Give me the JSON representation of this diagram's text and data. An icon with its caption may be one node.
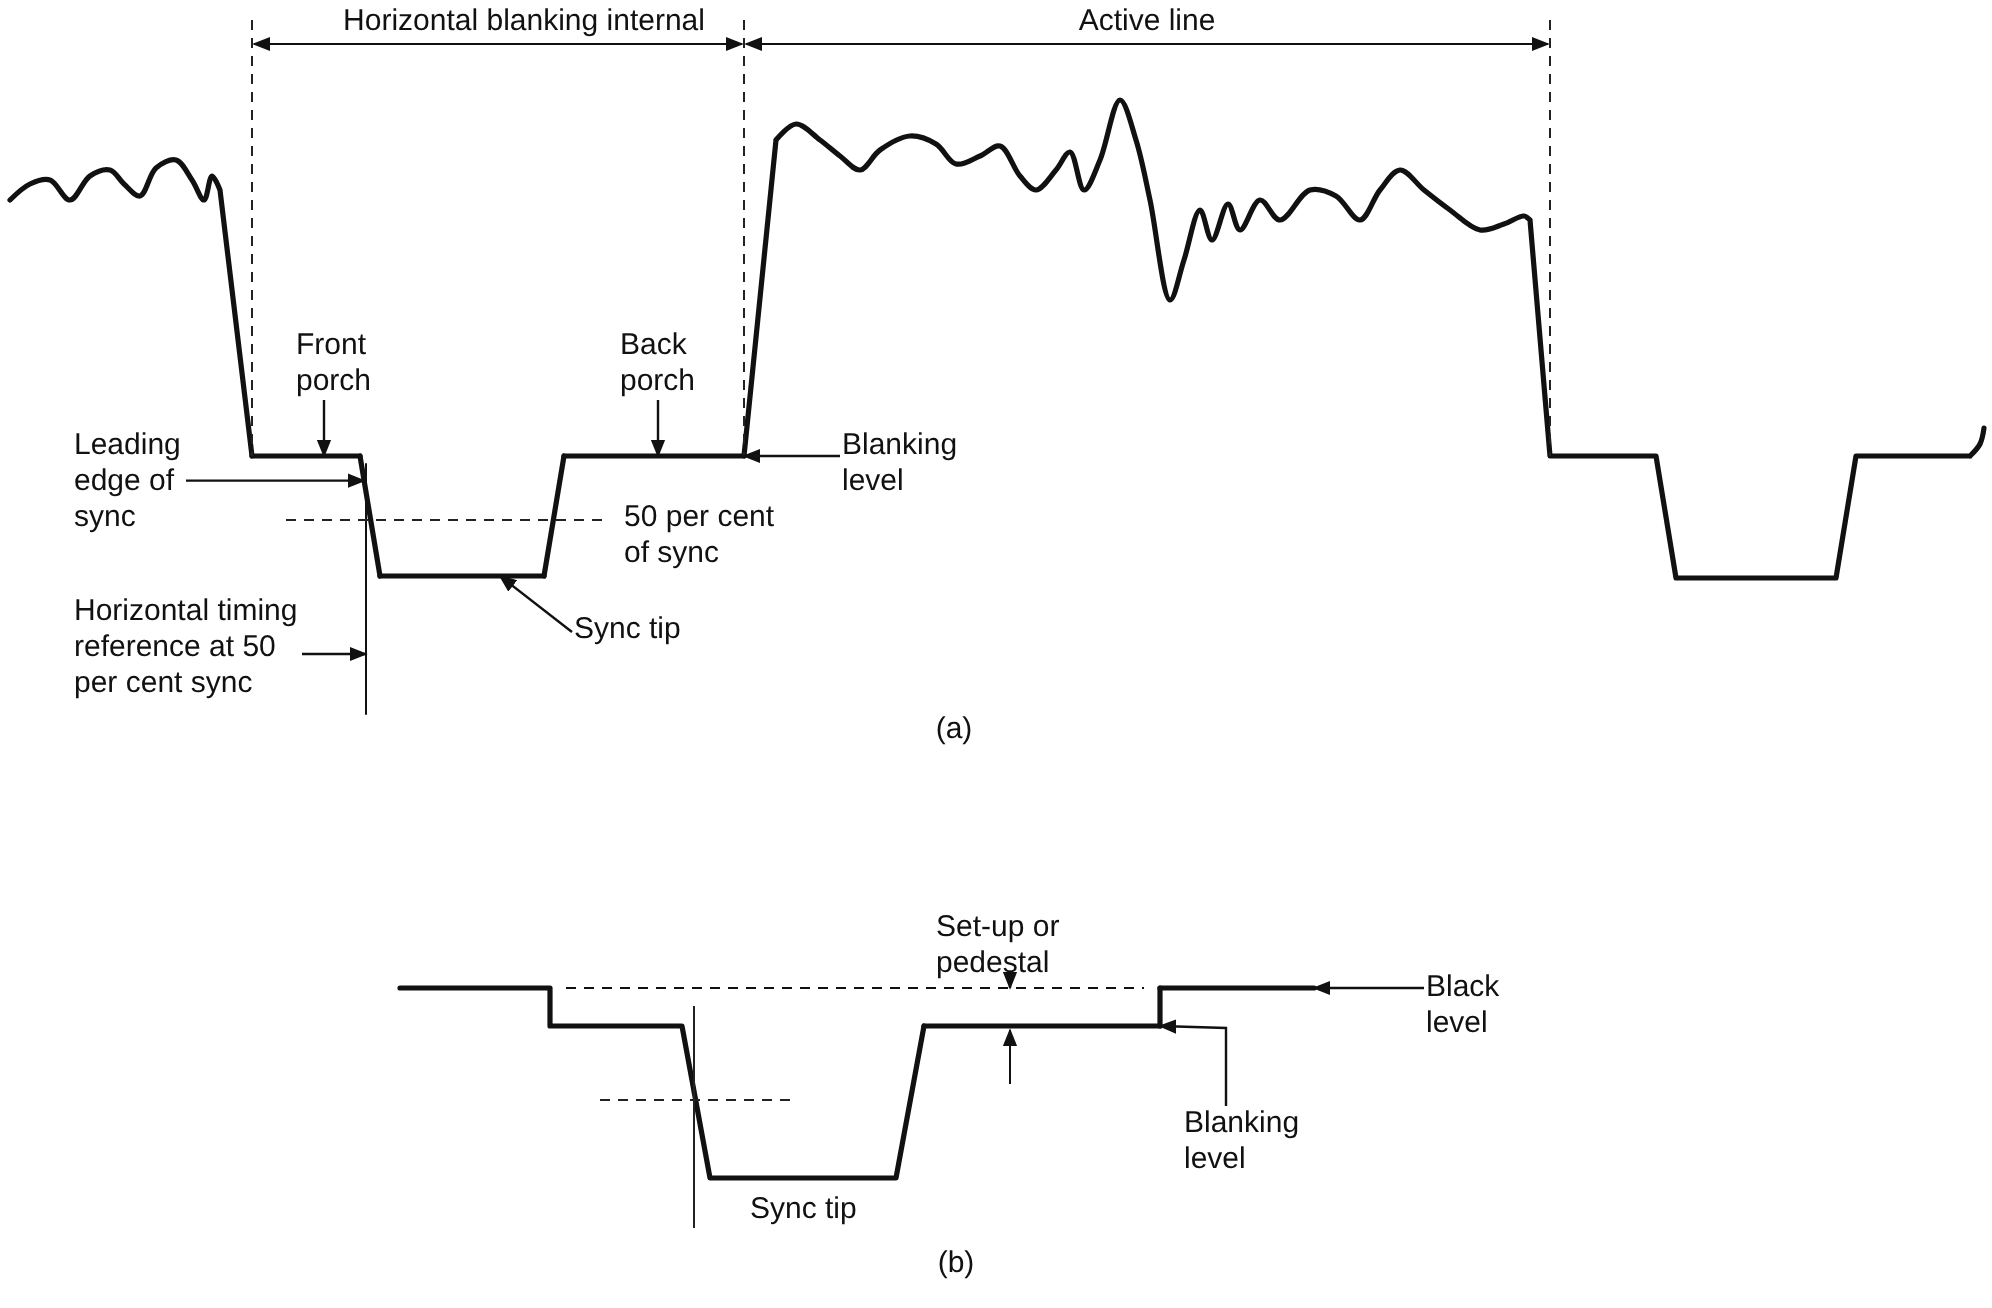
{
  "diagram": {
    "nodes": [
      {
        "text": [
          "Front porch"
        ]
      },
      {
        "text": [
          "Back porch"
        ]
      },
      {
        "text": [
          "Leading edge of sync"
        ]
      },
      {
        "text": [
          "Blanking level"
        ]
      },
      {
        "text": [
          "Horizontal timing reference at 50 per cent sync"
        ]
      },
      {
        "text": [
          "Sync tip"
        ]
      },
      {
        "text": [
          "Set-up or pedestal"
        ]
      },
      {
        "text": [
          "Black level"
        ]
      },
      {
        "text": [
          "Blanking level"
        ]
      },
      {
        "text": [],
        "shape": "line"
      },
      {
        "text": [],
        "shape": "line"
      },
      {
        "text": [],
        "shape": "line"
      },
      {
        "text": [],
        "shape": "line"
      },
      {
        "text": [],
        "shape": "line"
      },
      {
        "text": [],
        "shape": "line"
      },
      {
        "text": [],
        "shape": "line"
      },
      {
        "text": [],
        "shape": "line"
      }
    ],
    "edges": [
      {
        "from": 0,
        "to": 9,
        "arrow": "to"
      },
      {
        "from": 1,
        "to": 13,
        "arrow": "to"
      },
      {
        "from": 2,
        "to": 10,
        "arrow": "to"
      },
      {
        "from": 3,
        "to": 13,
        "arrow": "to"
      },
      {
        "from": 4,
        "to": 11,
        "arrow": "to"
      },
      {
        "from": 5,
        "to": 12,
        "arrow": "to"
      },
      {
        "from": 6,
        "to": 14,
        "arrow": "to"
      },
      {
        "from": 7,
        "to": 16,
        "arrow": "to"
      },
      {
        "from": 8,
        "to": 15,
        "arrow": "to"
      }
    ],
    "labels": [
      "Horizontal blanking internal",
      "Active line",
      "50 per cent of sync",
      "(a)",
      "Sync tip",
      "(b)"
    ]
  }
}
